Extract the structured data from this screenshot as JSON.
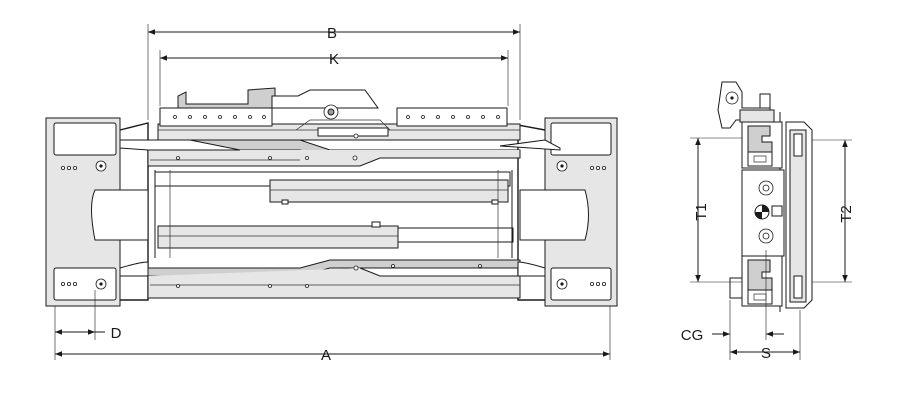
{
  "drawing": {
    "dimension_labels": {
      "A": "A",
      "B": "B",
      "K": "K",
      "D": "D",
      "T1": "T1",
      "T2": "T2",
      "CG": "CG",
      "S": "S"
    }
  }
}
